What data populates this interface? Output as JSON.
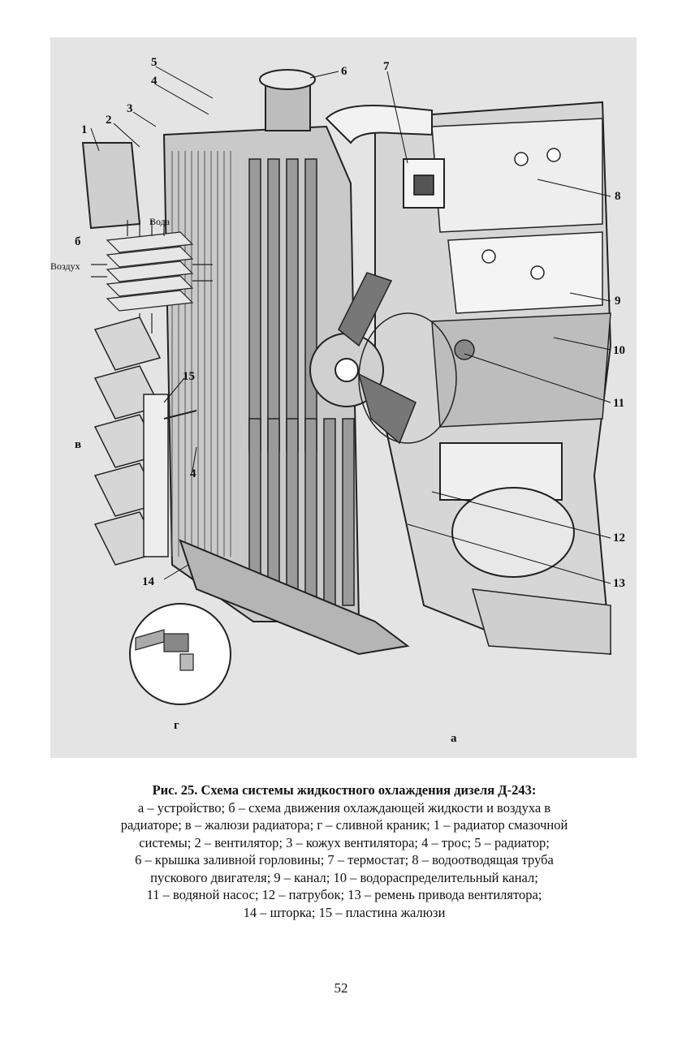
{
  "figure": {
    "callouts": [
      "1",
      "2",
      "3",
      "4",
      "5",
      "6",
      "7",
      "8",
      "9",
      "10",
      "11",
      "12",
      "13",
      "14",
      "15",
      "4"
    ],
    "panel_letters": {
      "a": "а",
      "b": "б",
      "v": "в",
      "g": "г"
    },
    "inset_labels": {
      "water": "Вода",
      "air": "Воздух"
    }
  },
  "caption": {
    "title": "Рис. 25. Схема системы жидкостного охлаждения дизеля Д-243:",
    "lines": [
      "а – устройство; б – схема движения охлаждающей жидкости и воздуха в",
      "радиаторе; в – жалюзи радиатора; г – сливной краник; 1 – радиатор смазочной",
      "системы; 2 – вентилятор; 3 – кожух вентилятора; 4 – трос; 5 – радиатор;",
      "6 – крышка заливной горловины; 7 – термостат; 8 – водоотводящая труба",
      "пускового двигателя; 9 – канал; 10 – водораспределительный канал;",
      "11 – водяной насос; 12 – патрубок; 13 – ремень привода вентилятора;",
      "14 – шторка; 15 – пластина жалюзи"
    ]
  },
  "page_number": "52"
}
